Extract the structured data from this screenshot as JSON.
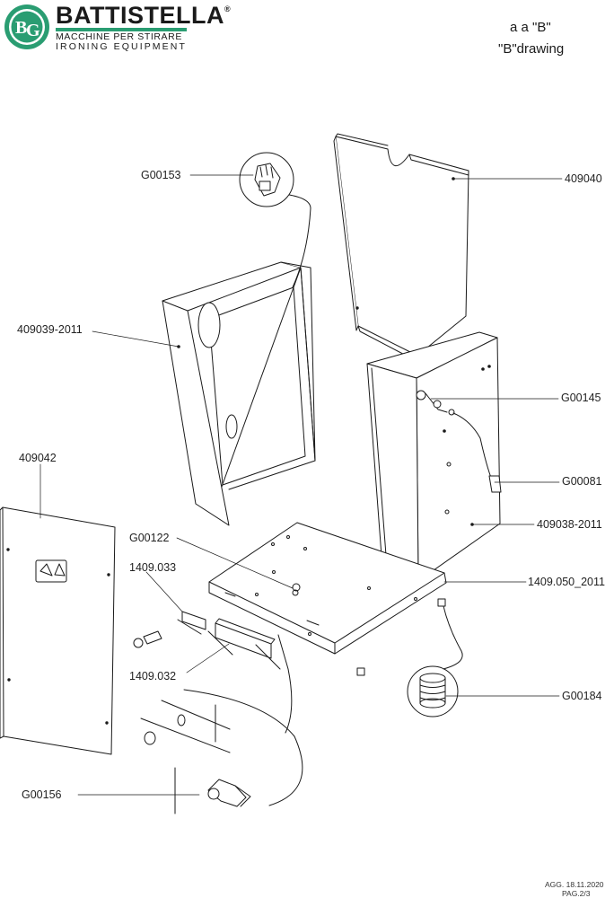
{
  "header": {
    "brand_name": "BATTISTELLA",
    "brand_mark": "®",
    "tagline_it": "MACCHINE PER STIRARE",
    "tagline_en": "IRONING EQUIPMENT",
    "logo_icon": "bg-monogram-icon",
    "accent_color": "#2a9d72",
    "title_line1": "a   a \"B\"",
    "title_line2": "\"B\"drawing"
  },
  "parts": [
    "G00153",
    "409040",
    "409039-2011",
    "G00145",
    "G00081",
    "409042",
    "G00122",
    "409038-2011",
    "1409.033",
    "1409.050_2011",
    "1409.032",
    "G00184",
    "G00156"
  ],
  "footer": {
    "updated": "AGG. 18.11.2020",
    "page": "PAG.2/3"
  }
}
